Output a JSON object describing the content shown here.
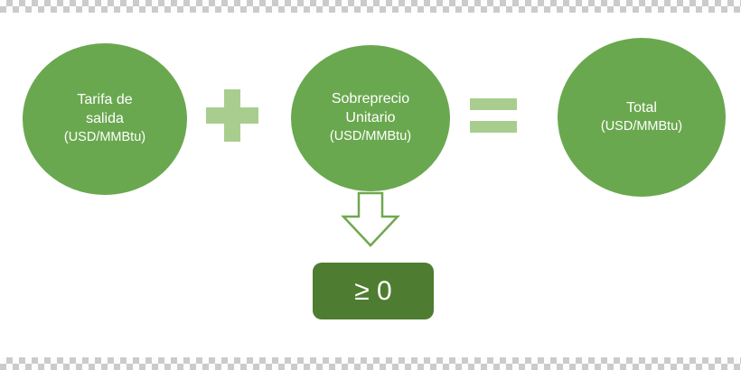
{
  "diagram": {
    "nodes": {
      "left": {
        "title": "Tarifa de salida",
        "unit": "(USD/MMBtu)"
      },
      "middle": {
        "title": "Sobreprecio Unitario",
        "unit": "(USD/MMBtu)"
      },
      "right": {
        "title": "Total",
        "unit": "(USD/MMBtu)"
      }
    },
    "operators": {
      "plus": "+",
      "equals": "="
    },
    "result_box": {
      "label": "≥ 0"
    },
    "colors": {
      "ellipse_green": "#6aa84f",
      "operator_green": "#a9cd8e",
      "box_green": "#4e7d31",
      "arrow_outline_green": "#6fa84f"
    }
  }
}
